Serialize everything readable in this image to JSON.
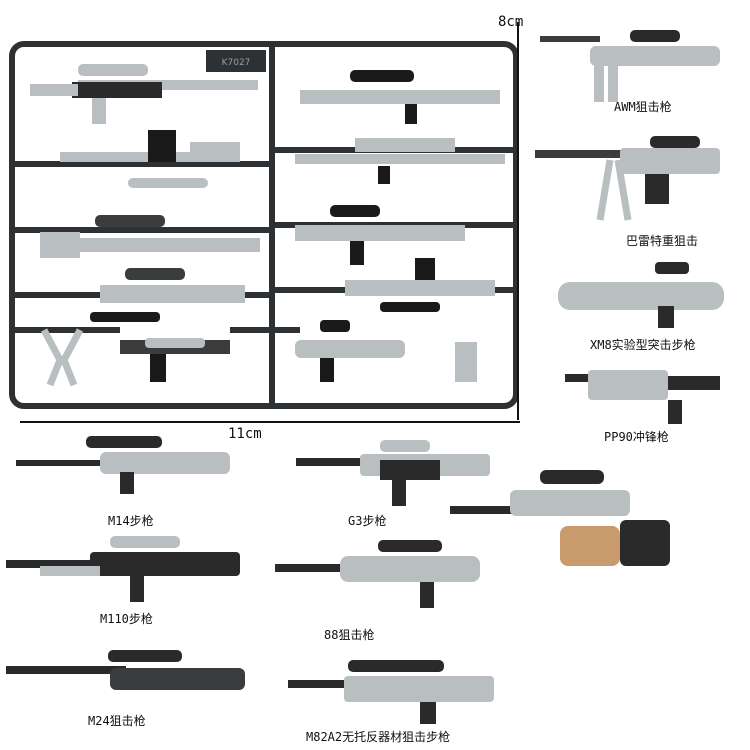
{
  "dimensions": {
    "height": "8cm",
    "width": "11cm"
  },
  "sprue": {
    "code": "K7027"
  },
  "colors": {
    "sprue": "#2e3133",
    "light_gray": "#b9bec1",
    "dark_gray": "#3a3c3e",
    "black": "#1a1a1a",
    "skin": "#c89a6c"
  },
  "labels": {
    "awm": "AWM狙击枪",
    "barrett": "巴雷特重狙击",
    "xm8": "XM8实验型突击步枪",
    "pp90": "PP90冲锋枪",
    "m14": "M14步枪",
    "g3": "G3步枪",
    "m110": "M110步枪",
    "type88": "88狙击枪",
    "m24": "M24狙击枪",
    "m82a2": "M82A2无托反器材狙击步枪"
  }
}
